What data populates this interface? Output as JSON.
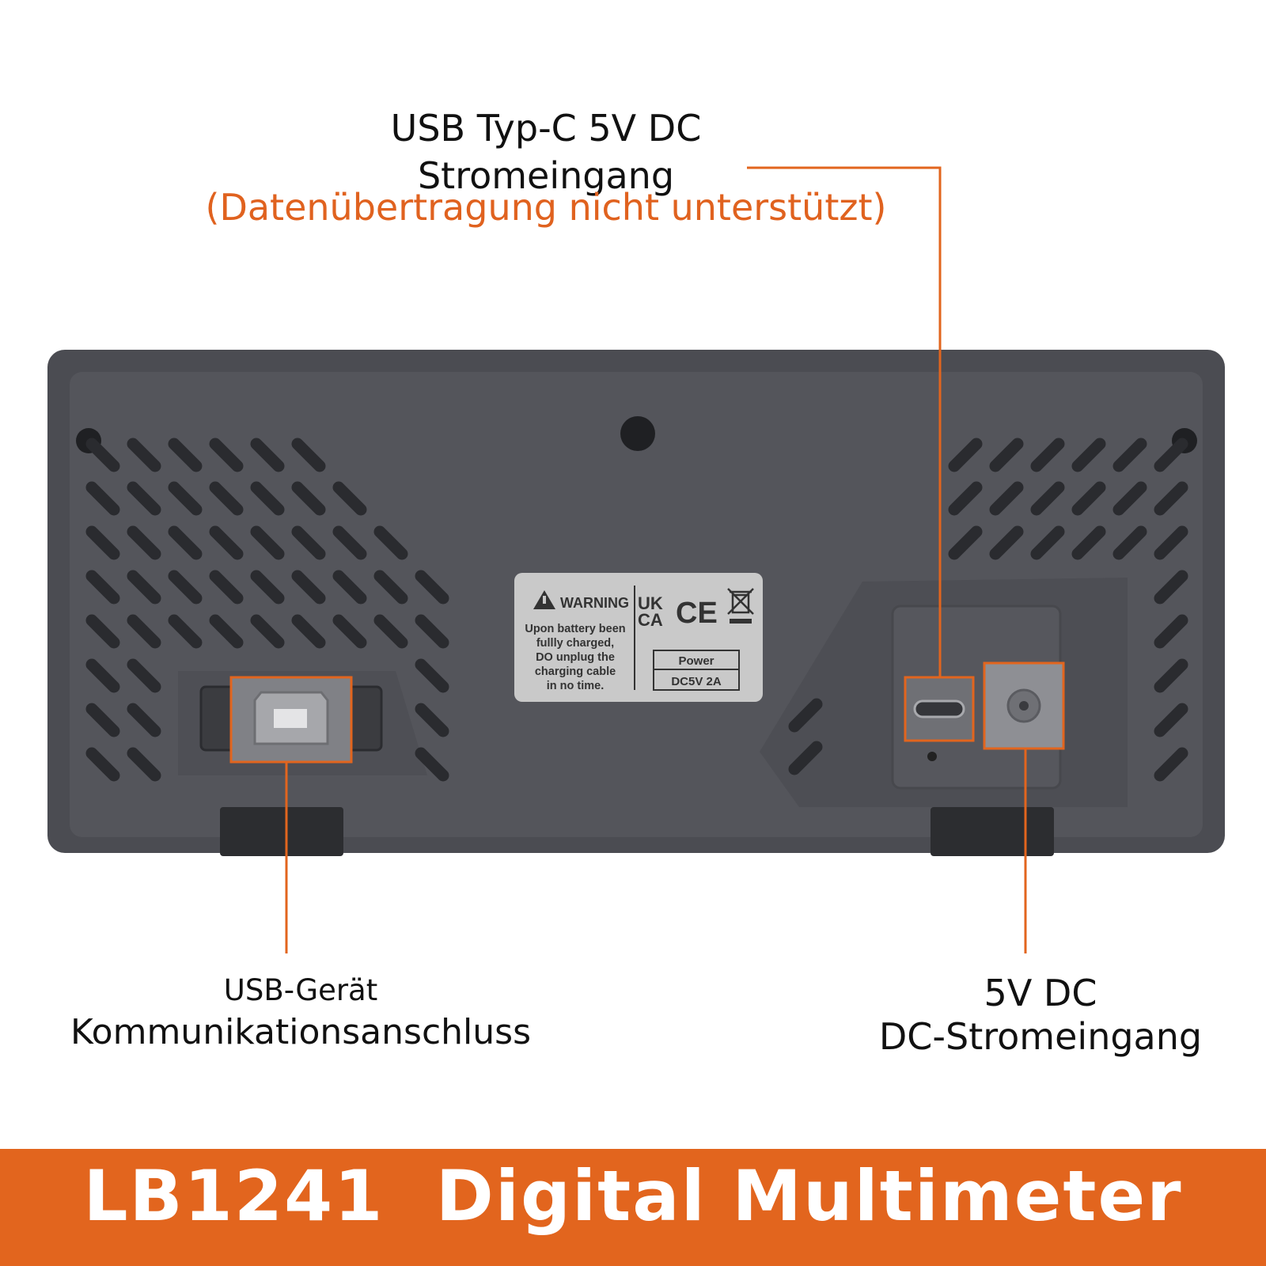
{
  "callouts": {
    "usb_c": {
      "line1": "USB Typ-C 5V DC",
      "line2": "Stromeingang",
      "note": "(Datenübertragung nicht unterstützt)"
    },
    "usb_device": {
      "line1": "USB-Gerät",
      "line2": "Kommunikationsanschluss"
    },
    "dc_input": {
      "line1": "5V DC",
      "line2": "DC-Stromeingang"
    }
  },
  "device_label": {
    "warning_title": "WARNING",
    "warning_lines": [
      "Upon battery been",
      "fullly charged,",
      "DO unplug the",
      "charging cable",
      "in no time."
    ],
    "cert_ukca_1": "UK",
    "cert_ukca_2": "CA",
    "cert_ce": "CE",
    "power_title": "Power",
    "power_spec": "DC5V  2A"
  },
  "banner": {
    "model": "LB1241",
    "product": "Digital Multimeter",
    "text": "LB1241  Digital Multimeter"
  },
  "colors": {
    "accent": "#e2651e",
    "device_body": "#4b4c52",
    "device_panel": "#55565c",
    "label_bg": "#c9c9c9"
  },
  "icons": {
    "warning": "warning-triangle-icon",
    "weee": "crossed-bin-icon"
  }
}
